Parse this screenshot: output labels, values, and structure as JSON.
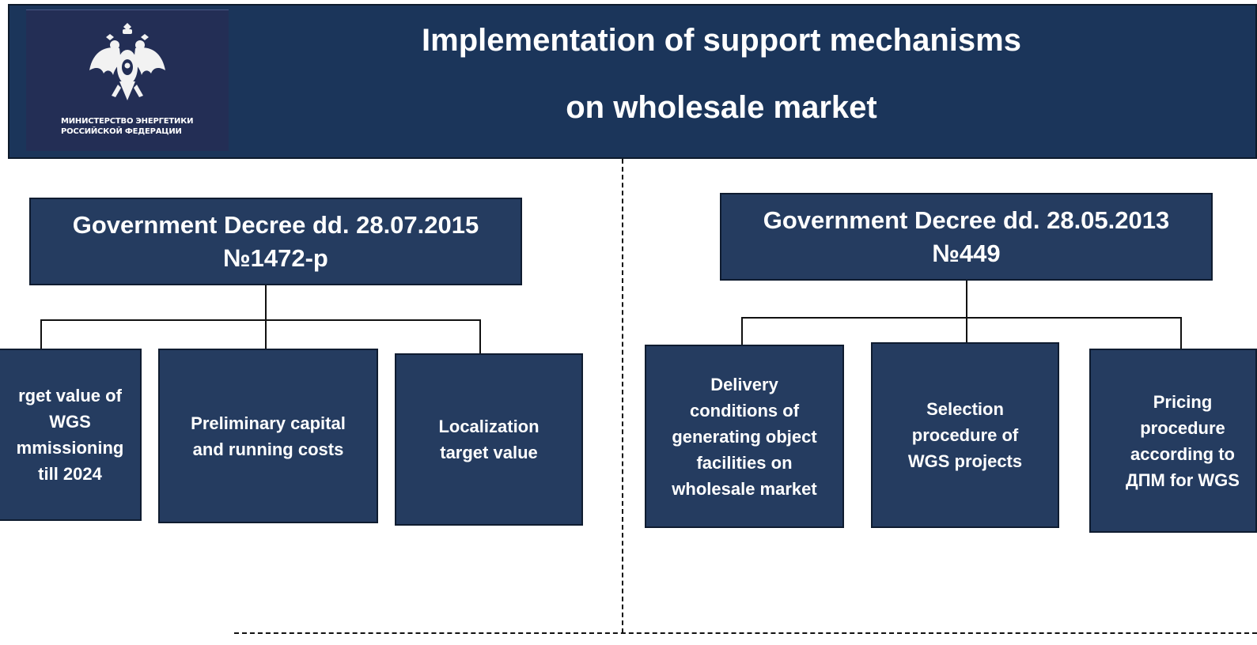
{
  "header": {
    "title_line1": "Implementation of support mechanisms",
    "title_line2": "on wholesale market",
    "logo": {
      "icon": "double-headed-eagle-emblem",
      "text_line1": "МИНИСТЕРСТВО ЭНЕРГЕТИКИ",
      "text_line2": "РОССИЙСКОЙ ФЕДЕРАЦИИ"
    }
  },
  "left_branch": {
    "decree_line1": "Government Decree dd. 28.07.2015",
    "decree_line2": "№1472-р",
    "items": [
      {
        "lines": [
          "rget value of",
          "WGS",
          "mmissioning",
          "till 2024"
        ]
      },
      {
        "lines": [
          "Preliminary capital",
          "and running costs"
        ]
      },
      {
        "lines": [
          "Localization",
          "target value"
        ]
      }
    ]
  },
  "right_branch": {
    "decree_line1": "Government Decree dd. 28.05.2013",
    "decree_line2": "№449",
    "items": [
      {
        "lines": [
          "Delivery",
          "conditions of",
          "generating object",
          "facilities on",
          "wholesale market"
        ]
      },
      {
        "lines": [
          "Selection",
          "procedure of",
          "WGS projects"
        ]
      },
      {
        "lines": [
          "Pricing",
          "procedure",
          "according to",
          "ДПМ for WGS"
        ]
      }
    ]
  },
  "colors": {
    "header_bg": "#1b355a",
    "node_bg": "#253c60",
    "logo_bg": "#232e55",
    "text": "#ffffff",
    "connector": "#111111"
  }
}
